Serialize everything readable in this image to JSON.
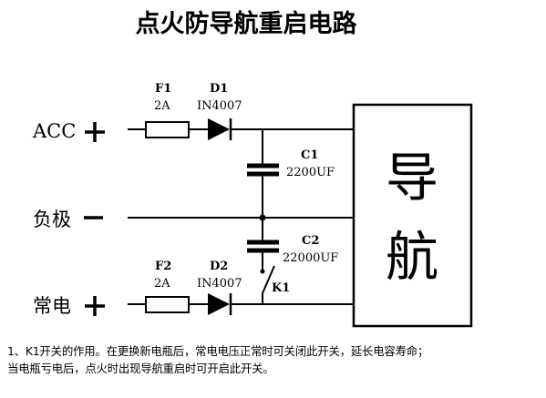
{
  "title": "点火防导航重启电路",
  "terminals": {
    "acc": "ACC",
    "ground": "负极",
    "constant": "常电"
  },
  "components": {
    "f1": {
      "name": "F1",
      "value": "2A"
    },
    "d1": {
      "name": "D1",
      "value": "IN4007"
    },
    "c1": {
      "name": "C1",
      "value": "2200UF"
    },
    "c2": {
      "name": "C2",
      "value": "22000UF"
    },
    "f2": {
      "name": "F2",
      "value": "2A"
    },
    "d2": {
      "name": "D2",
      "value": "IN4007"
    },
    "k1": {
      "name": "K1"
    }
  },
  "load": {
    "line1": "导",
    "line2": "航"
  },
  "notes": {
    "line1": "1、K1开关的作用。在更换新电瓶后，常电电压正常时可关闭此开关，延长电容寿命；",
    "line2": "当电瓶亏电后，点火时出现导航重启时可开启此开关。"
  }
}
